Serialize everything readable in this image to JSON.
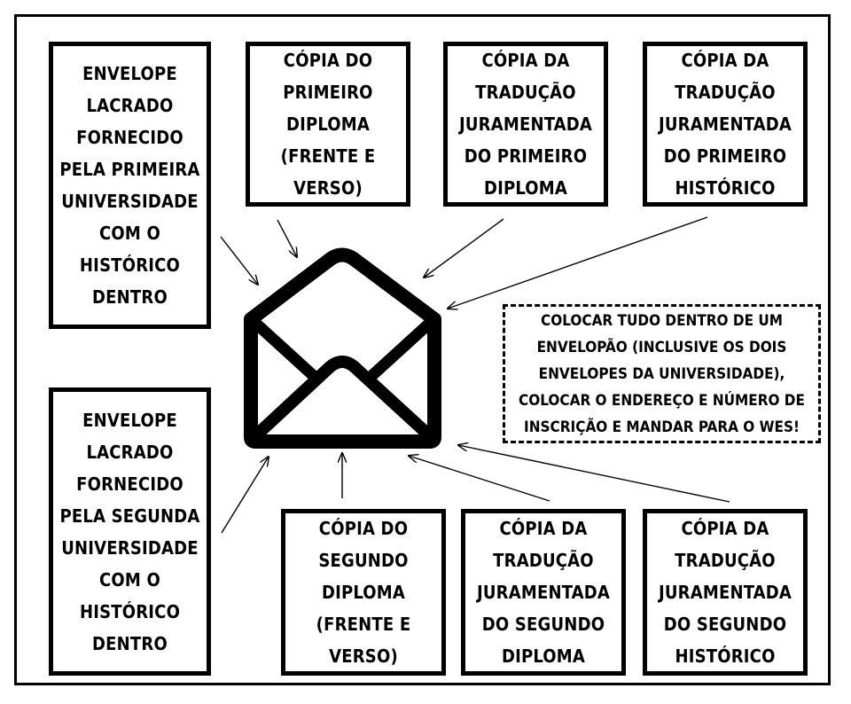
{
  "boxes": {
    "envelope_first": "ENVELOPE\nLACRADO\nFORNECIDO\nPELA PRIMEIRA\nUNIVERSIDADE\nCOM O\nHISTÓRICO\nDENTRO",
    "copy_first_diploma": "CÓPIA DO\nPRIMEIRO\nDIPLOMA\n(FRENTE E\nVERSO)",
    "translation_first_diploma": "CÓPIA DA\nTRADUÇÃO\nJURAMENTADA\nDO PRIMEIRO\nDIPLOMA",
    "translation_first_transcript": "CÓPIA DA\nTRADUÇÃO\nJURAMENTADA\nDO PRIMEIRO\nHISTÓRICO",
    "envelope_second": "ENVELOPE\nLACRADO\nFORNECIDO\nPELA SEGUNDA\nUNIVERSIDADE\nCOM O\nHISTÓRICO\nDENTRO",
    "copy_second_diploma": "CÓPIA DO\nSEGUNDO\nDIPLOMA\n(FRENTE E\nVERSO)",
    "translation_second_diploma": "CÓPIA DA\nTRADUÇÃO\nJURAMENTADA\nDO SEGUNDO\nDIPLOMA",
    "translation_second_transcript": "CÓPIA DA\nTRADUÇÃO\nJURAMENTADA\nDO SEGUNDO\nHISTÓRICO"
  },
  "note": "COLOCAR TUDO DENTRO DE UM\nENVELOPÃO (INCLUSIVE OS DOIS\nENVELOPES DA UNIVERSIDADE),\nCOLOCAR O ENDEREÇO E NÚMERO DE\nINSCRIÇÃO E MANDAR PARA O WES!",
  "icons": {
    "center": "envelope-open-icon"
  },
  "colors": {
    "stroke": "#000000",
    "background": "#ffffff"
  }
}
